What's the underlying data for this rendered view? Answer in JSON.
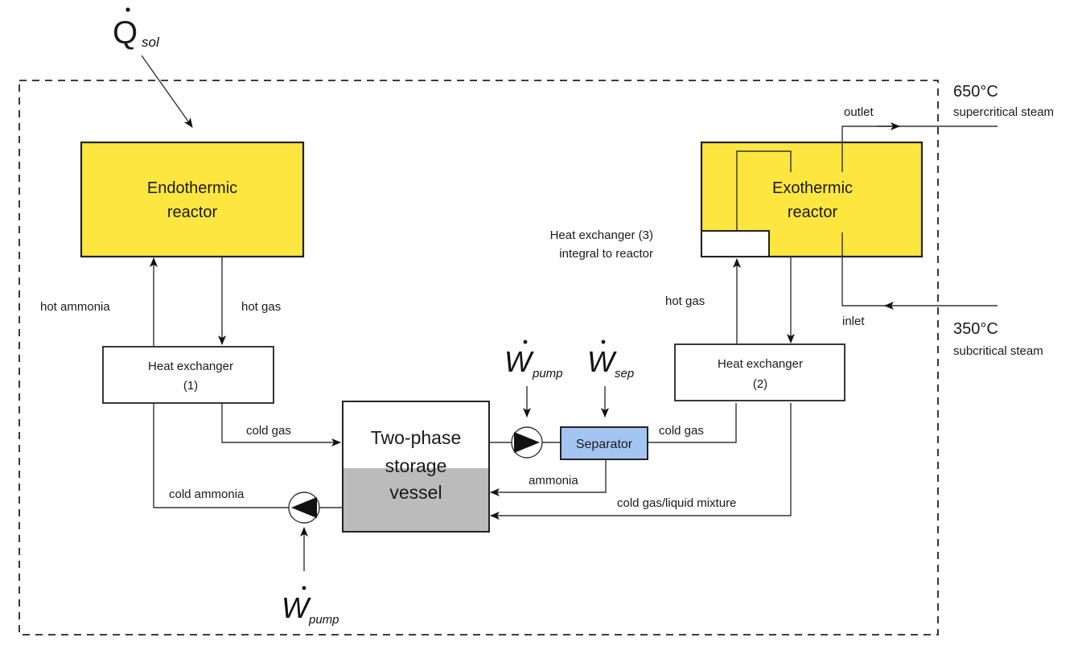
{
  "diagram": {
    "title": "Ammonia-based thermochemical energy storage system",
    "colors": {
      "reactor_fill": "#fde640",
      "separator_fill": "#a4c5f2",
      "liquid_fill": "#bbbbbb",
      "line": "#333333"
    },
    "inputs": {
      "q_sol": {
        "symbol": "Q",
        "subscript": "sol"
      },
      "w_pump_right": {
        "symbol": "W",
        "subscript": "pump"
      },
      "w_sep": {
        "symbol": "W",
        "subscript": "sep"
      },
      "w_pump_bottom": {
        "symbol": "W",
        "subscript": "pump"
      }
    },
    "blocks": {
      "endothermic": {
        "line1": "Endothermic",
        "line2": "reactor"
      },
      "exothermic": {
        "line1": "Exothermic",
        "line2": "reactor"
      },
      "hx1": {
        "line1": "Heat exchanger",
        "line2": "(1)"
      },
      "hx2": {
        "line1": "Heat exchanger",
        "line2": "(2)"
      },
      "hx3": {
        "line1": "Heat exchanger (3)",
        "line2": "integral to reactor"
      },
      "storage": {
        "line1": "Two-phase",
        "line2": "storage",
        "line3": "vessel"
      },
      "separator": {
        "label": "Separator"
      }
    },
    "streams": {
      "hot_ammonia": "hot ammonia",
      "hot_gas_left": "hot gas",
      "cold_gas_left": "cold gas",
      "cold_ammonia": "cold ammonia",
      "hot_gas_right": "hot gas",
      "cold_gas_right": "cold gas",
      "ammonia": "ammonia",
      "mixture": "cold gas/liquid mixture",
      "outlet": "outlet",
      "inlet": "inlet"
    },
    "steam": {
      "out_temp": "650°C",
      "out_desc": "supercritical steam",
      "in_temp": "350°C",
      "in_desc": "subcritical steam"
    }
  }
}
